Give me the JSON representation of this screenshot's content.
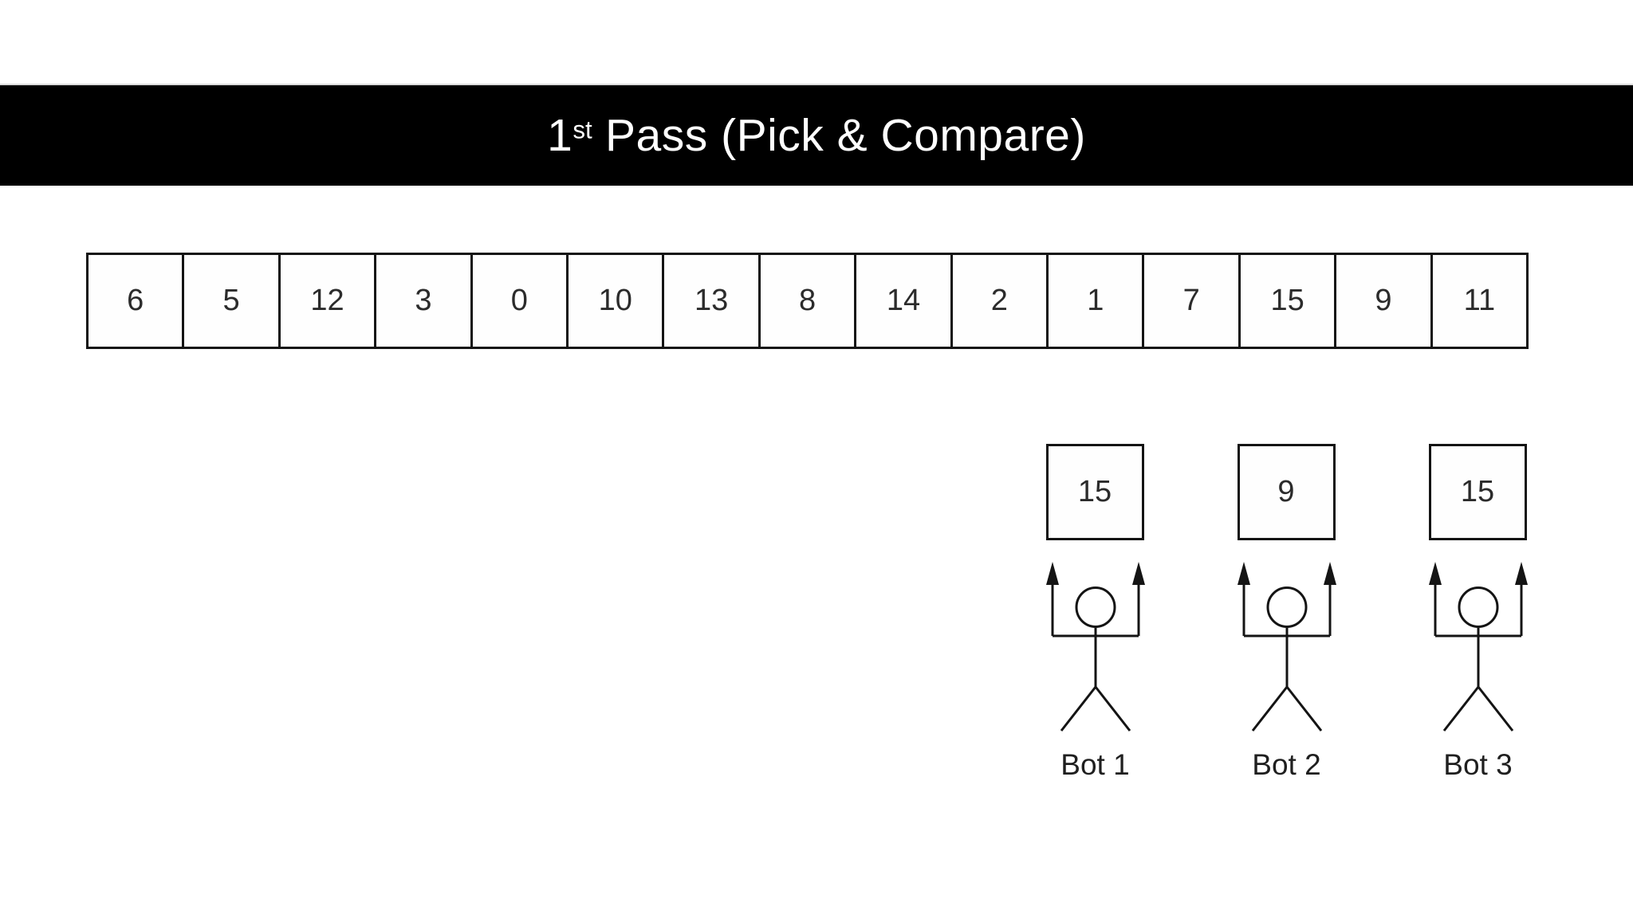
{
  "title": {
    "prefix": "1",
    "superscript": "st",
    "suffix": " Pass (Pick & Compare)"
  },
  "array": {
    "cells": [
      "6",
      "5",
      "12",
      "3",
      "0",
      "10",
      "13",
      "8",
      "14",
      "2",
      "1",
      "7",
      "15",
      "9",
      "11"
    ]
  },
  "bots": [
    {
      "label": "Bot 1",
      "value": "15"
    },
    {
      "label": "Bot 2",
      "value": "9"
    },
    {
      "label": "Bot 3",
      "value": "15"
    }
  ],
  "colors": {
    "title_bar": "#000000",
    "title_text": "#ffffff",
    "ink": "#141414",
    "background": "#ffffff"
  }
}
